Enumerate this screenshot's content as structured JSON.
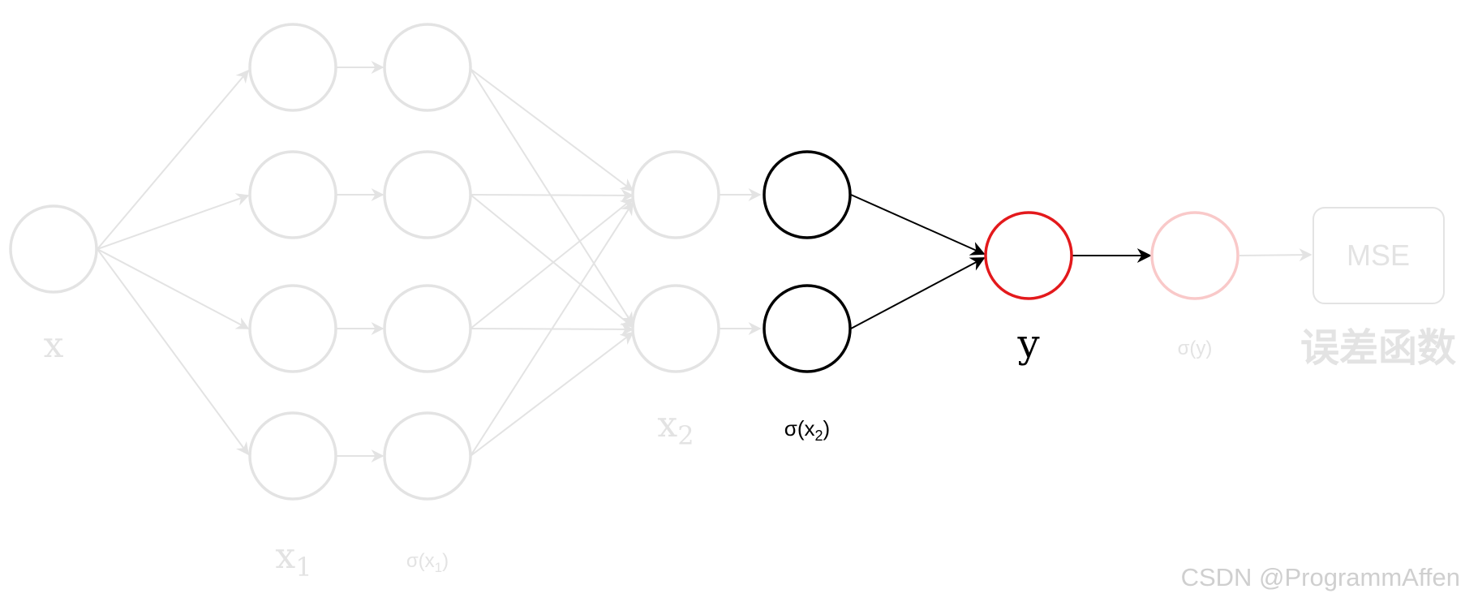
{
  "labels": {
    "input_x": "x",
    "x1_base": "x",
    "x1_sub": "1",
    "sigma_x1_pre": "σ(x",
    "sigma_x1_sub": "1",
    "sigma_x1_post": ")",
    "x2_base": "x",
    "x2_sub": "2",
    "sigma_x2_pre": "σ(x",
    "sigma_x2_sub": "2",
    "sigma_x2_post": ")",
    "output_y": "y",
    "sigma_y": "σ(y)",
    "mse_box": "MSE",
    "loss_label": "误差函数",
    "watermark": "CSDN @ProgrammAffen"
  },
  "colors": {
    "faded": "#e3e3e3",
    "active": "#000000",
    "highlight": "#e3191c",
    "pink": "#f9c9c9",
    "watermark": "#cfcfcf"
  }
}
